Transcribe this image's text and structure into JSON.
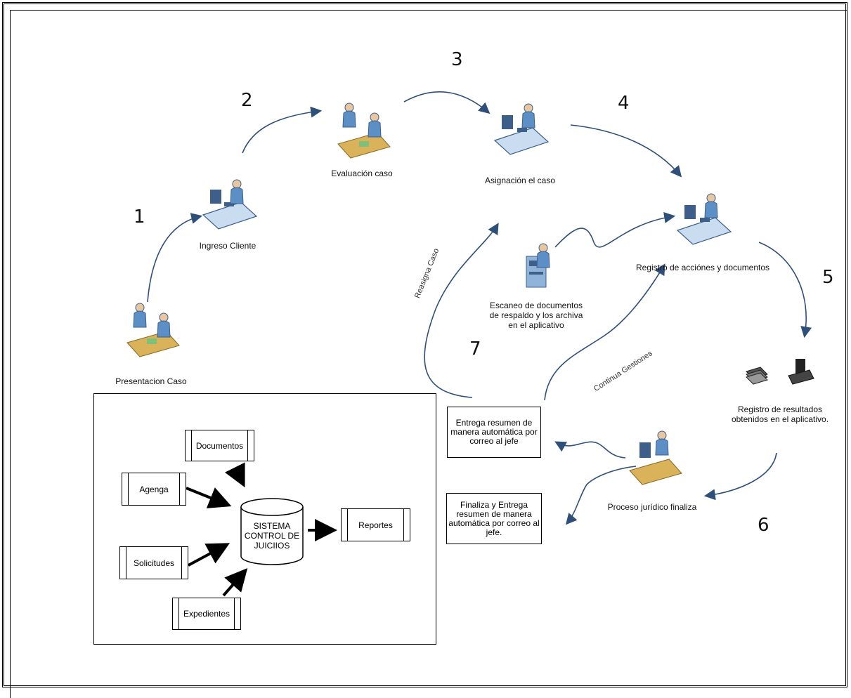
{
  "steps": {
    "s1": "1",
    "s2": "2",
    "s3": "3",
    "s4": "4",
    "s5": "5",
    "s6": "6",
    "s7": "7"
  },
  "nodes": {
    "presentacion": "Presentacion Caso",
    "ingreso": "Ingreso Cliente",
    "evaluacion": "Evaluación caso",
    "asignacion": "Asignación el caso",
    "registro_acciones": "Registro de acciónes y documentos",
    "escaneo": [
      "Escaneo de documentos",
      "de respaldo y los archiva",
      "en el aplicativo"
    ],
    "registro_resultados": [
      "Registro de resultados",
      "obtenidos en el aplicativo."
    ],
    "proceso_finaliza": "Proceso jurídico finaliza"
  },
  "edge_labels": {
    "reasigna": "Reasigna Caso",
    "continua": "Continua Gestiones"
  },
  "boxes": {
    "entrega_jefe": [
      "Entrega resumen de",
      "manera automática por",
      "correo al jefe"
    ],
    "finaliza_entrega": [
      "Finaliza y Entrega",
      "resumen de manera",
      "automática por correo al",
      "jefe."
    ]
  },
  "system": {
    "documentos": "Documentos",
    "agenga": "Agenga",
    "solicitudes": "Solicitudes",
    "expedientes": "Expedientes",
    "reportes": "Reportes",
    "db": [
      "SISTEMA",
      "CONTROL DE",
      "JUICIIOS"
    ]
  },
  "colors": {
    "arrow": "#2e4f7a",
    "person": "#5b8fc6",
    "desk": "#d9b25a",
    "monitor": "#3d5f8a"
  },
  "icons": [
    "meeting-icon",
    "workstation-icon",
    "scanner-icon",
    "documents-printer-icon"
  ]
}
